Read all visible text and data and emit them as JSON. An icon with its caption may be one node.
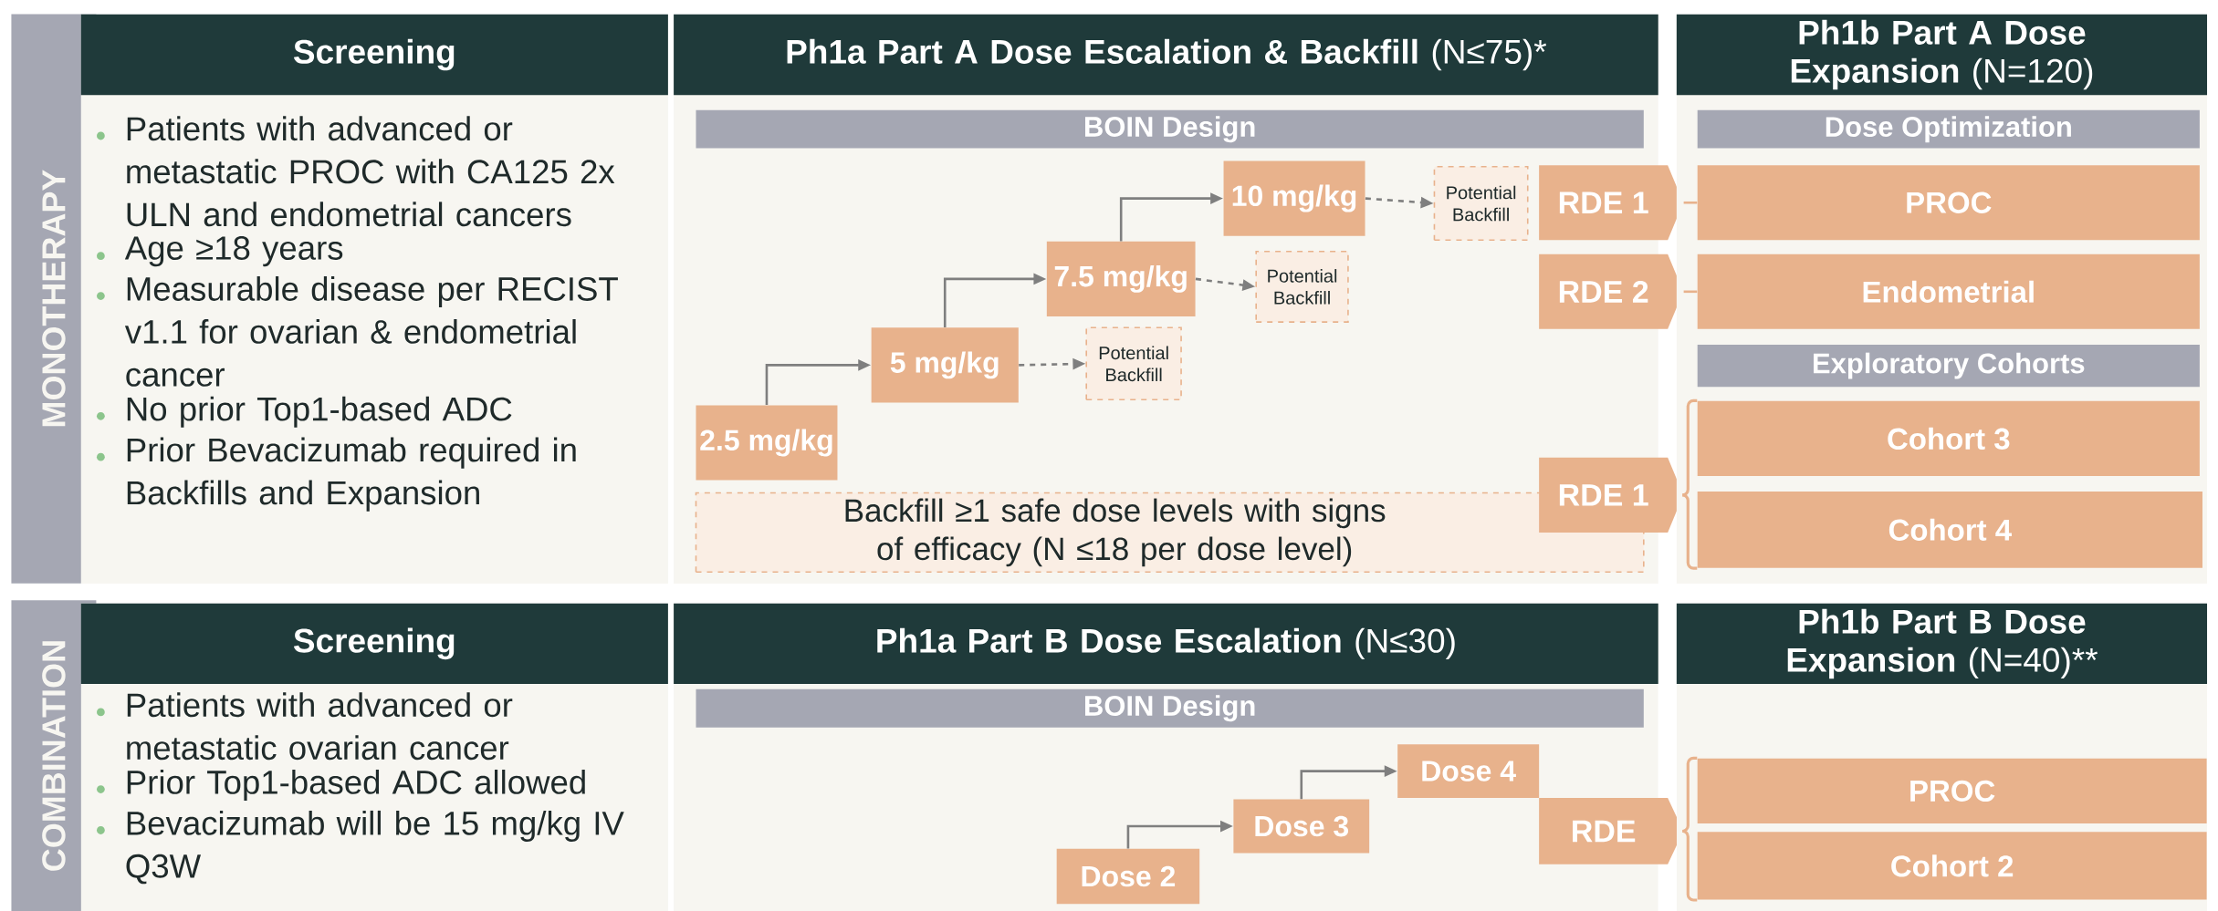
{
  "diagram": {
    "nodes": [
      {
        "text": [
          "MONOTHERAPY"
        ]
      },
      {
        "text": [
          "Screening",
          "Patients with advanced or metastatic PROC with CA125 2x ULN and endometrial cancers",
          "Age ≥18 years",
          "Measurable disease per RECIST v1.1 for ovarian & endometrial cancer",
          "No prior Top1-based ADC",
          "Prior Bevacizumab required in Backfills and Expansion"
        ]
      },
      {
        "text": [
          "**Ph1a Part A Dose Escalation & Backfill** (N≤75)*"
        ]
      },
      {
        "text": [
          "BOIN Design"
        ],
        "in": 2
      },
      {
        "text": [
          "2.5 mg/kg"
        ],
        "in": 2
      },
      {
        "text": [
          "5 mg/kg"
        ],
        "in": 2
      },
      {
        "text": [
          "Potential Backfill"
        ],
        "in": 2
      },
      {
        "text": [
          "7.5 mg/kg"
        ],
        "in": 2
      },
      {
        "text": [
          "Potential Backfill"
        ],
        "in": 2
      },
      {
        "text": [
          "10 mg/kg"
        ],
        "in": 2
      },
      {
        "text": [
          "Potential Backfill"
        ],
        "in": 2
      },
      {
        "text": [
          "Backfill ≥1 safe dose levels with signs of efficacy (N ≤18 per dose level)"
        ],
        "in": 2
      },
      {
        "text": [
          "RDE 1"
        ]
      },
      {
        "text": [
          "RDE 2"
        ]
      },
      {
        "text": [
          "RDE 1"
        ]
      },
      {
        "text": [
          "**Ph1b Part A Dose Expansion** (N=120)"
        ]
      },
      {
        "text": [
          "Dose Optimization"
        ],
        "in": 15
      },
      {
        "text": [
          "PROC"
        ],
        "in": 15
      },
      {
        "text": [
          "Endometrial"
        ],
        "in": 15
      },
      {
        "text": [
          "Exploratory Cohorts"
        ],
        "in": 15
      },
      {
        "text": [
          "Cohort 3"
        ],
        "in": 15
      },
      {
        "text": [
          "Cohort 4"
        ],
        "in": 15
      },
      {
        "text": [
          "COMBINATION"
        ]
      },
      {
        "text": [
          "Screening",
          "Patients with advanced or metastatic ovarian cancer",
          "Prior Top1-based ADC allowed",
          "Bevacizumab will be 15 mg/kg IV Q3W"
        ]
      },
      {
        "text": [
          "**Ph1a Part B Dose Escalation** (N≤30)"
        ]
      },
      {
        "text": [
          "BOIN Design"
        ],
        "in": 24
      },
      {
        "text": [
          "Dose 2"
        ],
        "in": 24
      },
      {
        "text": [
          "Dose 3"
        ],
        "in": 24
      },
      {
        "text": [
          "Dose 4"
        ],
        "in": 24
      },
      {
        "text": [
          "RDE"
        ]
      },
      {
        "text": [
          "**Ph1b Part B Dose Expansion** (N=40)**"
        ]
      },
      {
        "text": [
          "PROC"
        ],
        "in": 30
      },
      {
        "text": [
          "Cohort 2"
        ],
        "in": 30
      }
    ],
    "edges": [
      {
        "from": 4,
        "to": 5,
        "arrow": "to"
      },
      {
        "from": 5,
        "to": 7,
        "arrow": "to"
      },
      {
        "from": 7,
        "to": 9,
        "arrow": "to"
      },
      {
        "from": 5,
        "to": 6,
        "arrow": "to",
        "style": "dashed"
      },
      {
        "from": 7,
        "to": 8,
        "arrow": "to",
        "style": "dashed"
      },
      {
        "from": 9,
        "to": 10,
        "arrow": "to",
        "style": "dashed"
      },
      {
        "from": 26,
        "to": 27,
        "arrow": "to"
      },
      {
        "from": 27,
        "to": 28,
        "arrow": "to"
      },
      {
        "from": 12,
        "to": 17,
        "arrow": "none",
        "color": "#e8b28c"
      },
      {
        "from": 13,
        "to": 18,
        "arrow": "none",
        "color": "#e8b28c"
      },
      {
        "from": 14,
        "to": 20,
        "arrow": "none",
        "color": "#e8b28c"
      },
      {
        "from": 14,
        "to": 21,
        "arrow": "none",
        "color": "#e8b28c"
      },
      {
        "from": 29,
        "to": 31,
        "arrow": "none",
        "color": "#e8b28c"
      },
      {
        "from": 29,
        "to": 32,
        "arrow": "none",
        "color": "#e8b28c"
      }
    ]
  }
}
